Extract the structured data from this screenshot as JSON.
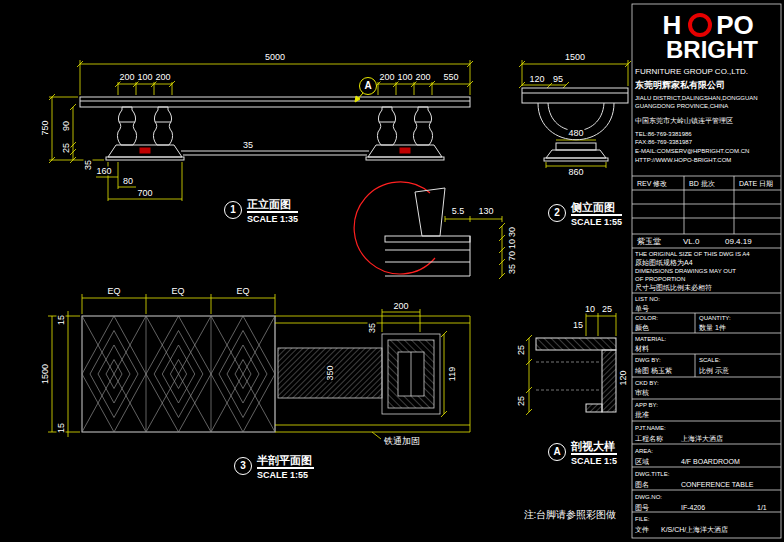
{
  "diagram": {
    "nodes": [
      {
        "text": [
          "A"
        ]
      },
      {
        "text": [
          "1",
          "正立面图",
          "SCALE 1:35"
        ]
      },
      {
        "text": [
          "2",
          "侧立面图",
          "SCALE 1:55"
        ]
      },
      {
        "text": [
          "3",
          "半剖平面图",
          "SCALE 1:55"
        ]
      },
      {
        "text": [
          "A",
          "剖视大样",
          "SCALE 1:5"
        ]
      }
    ],
    "labels": [
      "5000",
      "200",
      "100",
      "200",
      "200",
      "100",
      "200",
      "550",
      "750",
      "90",
      "25",
      "35",
      "160",
      "80",
      "700",
      "35",
      "5.5",
      "130",
      "30",
      "10",
      "70",
      "35",
      "1500",
      "120",
      "95",
      "480",
      "860",
      "EQ",
      "EQ",
      "EQ",
      "1500",
      "15",
      "15",
      "200",
      "35",
      "350",
      "119",
      "铁通加固",
      "10",
      "25",
      "15",
      "25",
      "120",
      "25",
      "注:台脚请参照彩图做",
      "H",
      "PO",
      "BRIGHT",
      "FURNITURE GROUP CO.,LTD.",
      "东莞明辉家私有限公司",
      "JIALU DISTRICT,DALINGSHAN,DONGGUAN",
      "GUANGDONG PROVINCE,CHINA",
      "中国东莞市大岭山镇连平管理区",
      "TEL:86-769-3381986",
      "FAX:86-769-3381987",
      "E-MAIL:COMSERV@HPBRIGHT.COM.CN",
      "HTTP://WWW.HOPO-BRIGHT.COM",
      "REV 修改",
      "BD 批次",
      "DATE 日期",
      "紫玉堂",
      "VL.0",
      "09.4.19",
      "THE ORIGINAL SIZE OF THIS DWG IS A4",
      "原始图纸规格为A4",
      "DIMENSIONS DRAWINGS MAY OUT",
      "OF PROPORTION",
      "尺寸与图纸比例未必相符",
      "LIST NO:",
      "单号",
      "COLOR:",
      "颜色",
      "QUANTITY:",
      "数量 1件",
      "MATERIAL:",
      "材料",
      "DWG BY:",
      "绘图 杨玉紫",
      "SCALE:",
      "比例 示意",
      "CKD BY:",
      "审核",
      "APP BY:",
      "批准",
      "PJT.NAME:",
      "工程名称",
      "上海洋大酒店",
      "AREA:",
      "区域",
      "4/F BOARDROOM",
      "DWG.TITLE:",
      "图名",
      "CONFERENCE TABLE",
      "DWG.NO:",
      "图号",
      "IF-4206",
      "1/1",
      "FILE:",
      "文件",
      "K/S/CH/上海洋大酒店"
    ]
  }
}
